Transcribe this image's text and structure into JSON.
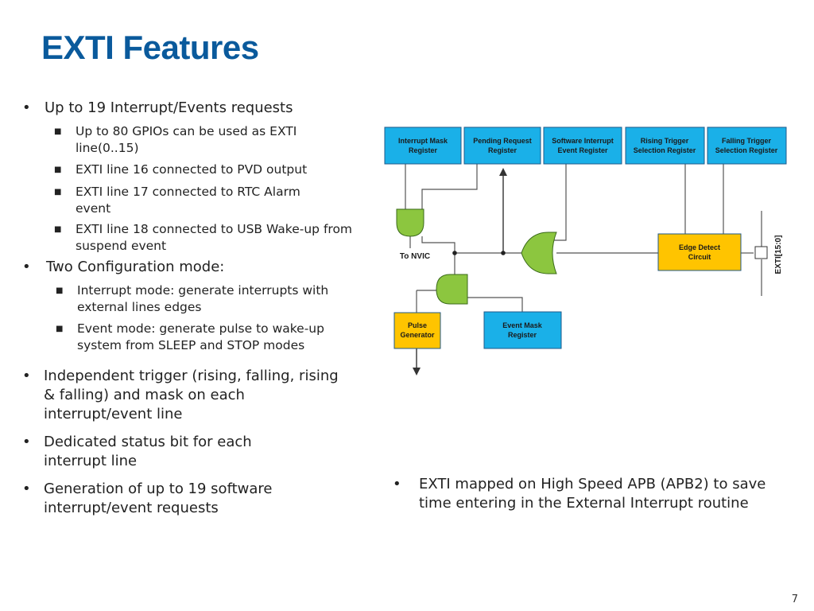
{
  "title": "EXTI Features",
  "left_bullets": [
    {
      "text": "Up to 19 Interrupt/Events requests",
      "subs": [
        "Up to 80 GPIOs can be used as EXTI line(0..15)",
        "EXTI line 16 connected to PVD output",
        "EXTI line 17 connected to RTC Alarm event",
        "EXTI line 18 connected to USB Wake-up from suspend event"
      ]
    },
    {
      "text": "Two Configuration mode:",
      "subs": [
        "Interrupt mode: generate interrupts with external lines edges",
        "Event mode: generate pulse to wake-up system from SLEEP and STOP modes"
      ]
    },
    {
      "text": "Independent trigger (rising, falling, rising & falling) and mask on each interrupt/event line",
      "subs": []
    },
    {
      "text": "Dedicated status bit for each interrupt line",
      "subs": []
    },
    {
      "text": "Generation of up to 19 software interrupt/event requests",
      "subs": []
    }
  ],
  "right_bullet": "EXTI mapped on High Speed APB (APB2) to save time entering in the External Interrupt routine",
  "diagram": {
    "registers": [
      {
        "line1": "Interrupt Mask",
        "line2": "Register"
      },
      {
        "line1": "Pending Request",
        "line2": "Register"
      },
      {
        "line1": "Software Interrupt",
        "line2": "Event Register"
      },
      {
        "line1": "Rising Trigger",
        "line2": "Selection Register"
      },
      {
        "line1": "Falling Trigger",
        "line2": "Selection Register"
      }
    ],
    "edge_detect": {
      "line1": "Edge Detect",
      "line2": "Circuit"
    },
    "pulse_generator": {
      "line1": "Pulse",
      "line2": "Generator"
    },
    "event_mask": {
      "line1": "Event Mask",
      "line2": "Register"
    },
    "to_nvic": "To NVIC",
    "exti_input": "EXTI[15:0]",
    "colors": {
      "register_fill": "#1ab0e8",
      "accent_fill": "#ffc400",
      "gate_fill": "#8cc63f"
    }
  },
  "page_number": "7"
}
